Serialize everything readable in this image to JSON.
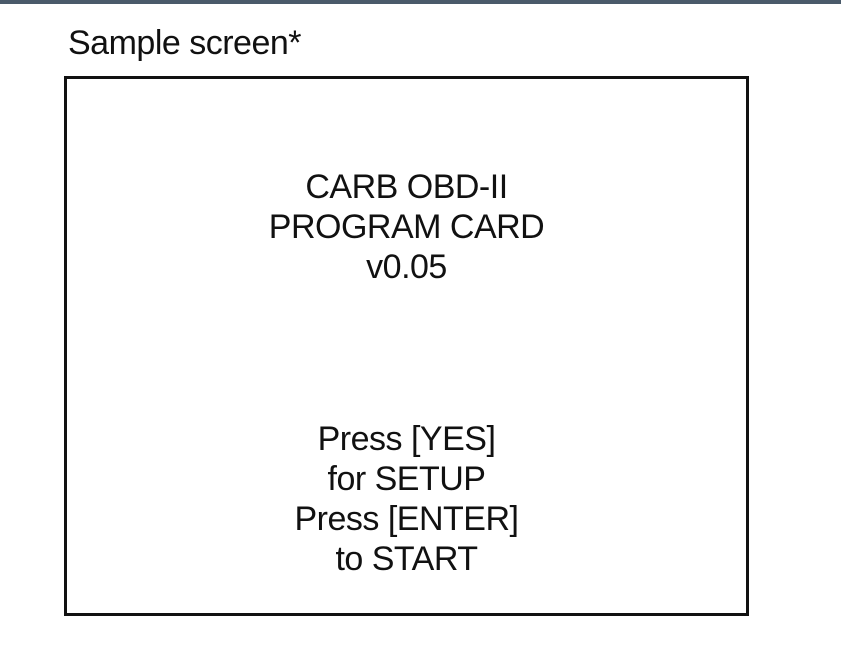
{
  "caption": "Sample screen*",
  "screen": {
    "title_lines": [
      "CARB  OBD-II",
      "PROGRAM CARD",
      "v0.05"
    ],
    "prompt_lines": [
      "Press  [YES]",
      "for  SETUP",
      "Press  [ENTER]",
      "to  START"
    ]
  }
}
